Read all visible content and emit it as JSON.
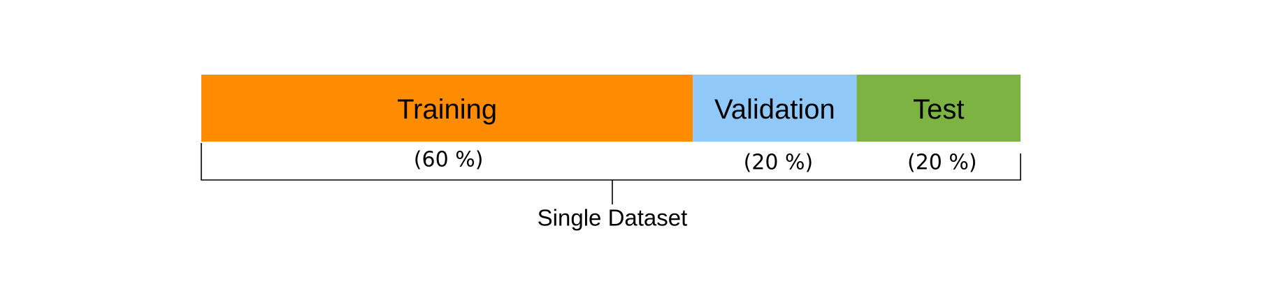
{
  "segments": [
    {
      "label": "Training",
      "percent_label": "(60 %)",
      "share": 0.6,
      "color": "#FF8C00"
    },
    {
      "label": "Validation",
      "percent_label": "(20 %)",
      "share": 0.2,
      "color": "#90C8F8"
    },
    {
      "label": "Test",
      "percent_label": "(20 %)",
      "share": 0.2,
      "color": "#7CB342"
    }
  ],
  "dataset_label": "Single Dataset",
  "bracket_color": "#000000"
}
